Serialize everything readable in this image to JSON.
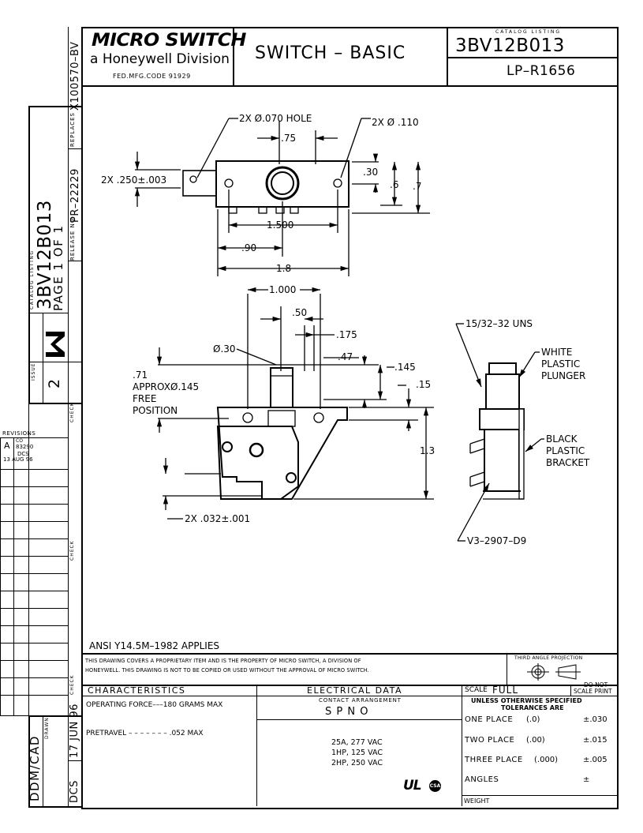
{
  "title_block": {
    "brand": "MICRO SWITCH",
    "division": "a Honeywell Division",
    "mfg_code": "FED.MFG.CODE 91929",
    "title": "SWITCH – BASIC",
    "catalog_caption": "CATALOG LISTING",
    "catalog_no": "3BV12B013",
    "lp_no": "LP–R1656"
  },
  "left_strip": {
    "replaces_caption": "REPLACES",
    "replaces_no": "X100570–BV",
    "release_caption": "RELEASE NO",
    "release_no": "PR–22229",
    "catalog_caption": "CATALOG LISTING",
    "catalog_no": "3BV12B013",
    "page": "PAGE 1 OF 1",
    "issue_caption": "ISSUE",
    "issue_no": "2",
    "check_label": "CHECK",
    "check_label_2": "CHECK",
    "check_label_3": "CHECK",
    "revisions_label": "REVISIONS",
    "rev_letter": "A",
    "rev_co": "CO",
    "rev_num": "83290",
    "rev_by": "DCS",
    "rev_date": "13 AUG 96",
    "ddm_cad": "DDM/CAD",
    "drawn_caption": "DRAWN",
    "drawn_date": "17 JUN 96",
    "drawn_by": "DCS"
  },
  "drawing": {
    "top_view": {
      "hole_callout": "2X Ø.070 HOLE",
      "dia110": "2X Ø .110",
      "d075": ".75",
      "d250": "2X .250±.003",
      "d030": ".30",
      "d06": ".6",
      "d07": ".7",
      "d1500": "1.500",
      "d090": ".90",
      "d18": "1.8"
    },
    "front_view": {
      "d1000": "1.000",
      "d050": ".50",
      "d0175": ".175",
      "dia030": "Ø.30",
      "d047": ".47",
      "d0145": ".145",
      "d015": ".15",
      "d071": ".71",
      "approx": "APPROX",
      "dia0145": "Ø.145",
      "free": "FREE",
      "position": "POSITION",
      "d13": "1.3",
      "d032": "2X .032±.001"
    },
    "side_view": {
      "thread": "15/32–32 UNS",
      "white": "WHITE",
      "plastic1": "PLASTIC",
      "plunger": "PLUNGER",
      "black": "BLACK",
      "plastic2": "PLASTIC",
      "bracket": "BRACKET",
      "part_no": "V3–2907–D9"
    }
  },
  "notes": {
    "ansi": "ANSI Y14.5M–1982 APPLIES",
    "proprietary_1": "THIS DRAWING COVERS A PROPRIETARY ITEM AND IS THE PROPERTY OF MICRO SWITCH, A DIVISION OF",
    "proprietary_2": "HONEYWELL. THIS DRAWING IS NOT TO BE COPIED OR USED WITHOUT THE APPROVAL OF MICRO SWITCH.",
    "third_angle": "THIRD ANGLE PROJECTION"
  },
  "bottom_block": {
    "characteristics": "CHARACTERISTICS",
    "operating_force": "OPERATING FORCE–––180 GRAMS MAX",
    "pretravel": "PRETRAVEL – – – – – – – .052 MAX",
    "electrical_data": "ELECTRICAL DATA",
    "contact_arrangement": "CONTACT ARRANGEMENT",
    "spno": "S P N O",
    "rating_1": "25A, 277 VAC",
    "rating_2": "1HP, 125 VAC",
    "rating_3": "2HP, 250 VAC",
    "ul_mark": "UL",
    "csa_mark": "CSA",
    "scale_label": "SCALE",
    "scale_value": "FULL",
    "do_not": "DO NOT",
    "scale_print": "SCALE PRINT",
    "tol_header_1": "UNLESS OTHERWISE SPECIFIED",
    "tol_header_2": "TOLERANCES ARE",
    "tolerances": [
      {
        "label": "ONE PLACE",
        "fmt": "(.0)",
        "value": "±.030"
      },
      {
        "label": "TWO PLACE",
        "fmt": "(.00)",
        "value": "±.015"
      },
      {
        "label": "THREE PLACE",
        "fmt": "(.000)",
        "value": "±.005"
      },
      {
        "label": "ANGLES",
        "fmt": "",
        "value": "±"
      }
    ],
    "weight": "WEIGHT"
  }
}
